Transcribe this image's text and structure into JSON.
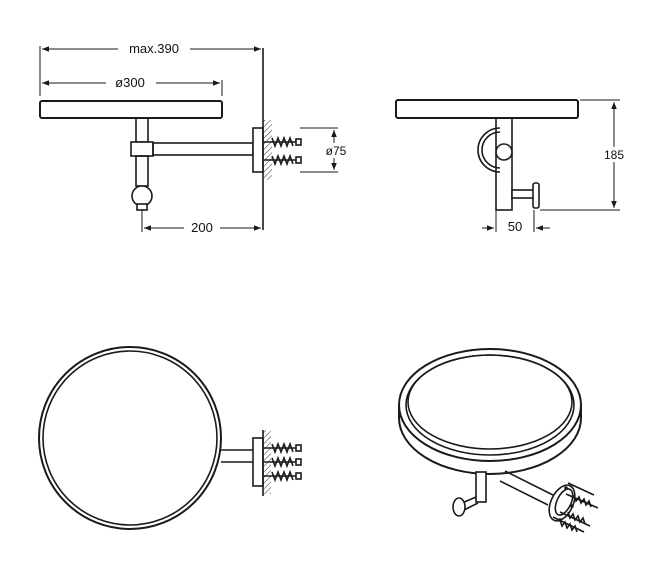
{
  "dimensions": {
    "max_width": "max.390",
    "diameter_tray": "ø300",
    "arm_length": "200",
    "mount_diameter": "ø75",
    "height": "185",
    "hook_offset": "50"
  }
}
